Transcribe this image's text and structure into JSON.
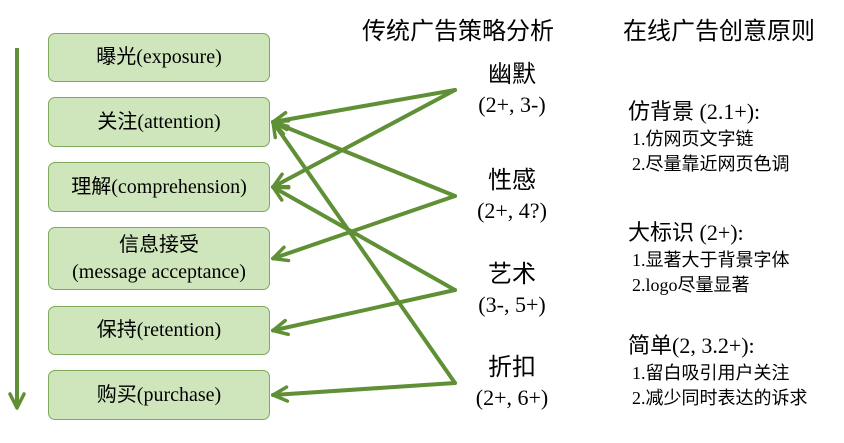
{
  "stages": [
    {
      "label": "曝光(exposure)"
    },
    {
      "label": "关注(attention)"
    },
    {
      "label": "理解(comprehension)"
    },
    {
      "label_cn": "信息接受",
      "label_en": "(message acceptance)"
    },
    {
      "label": "保持(retention)"
    },
    {
      "label": "购买(purchase)"
    }
  ],
  "traditional": {
    "title": "传统广告策略分析",
    "strategies": [
      {
        "name": "幽默",
        "effects": "(2+, 3-)"
      },
      {
        "name": "性感",
        "effects": "(2+, 4?)"
      },
      {
        "name": "艺术",
        "effects": "(3-, 5+)"
      },
      {
        "name": "折扣",
        "effects": "(2+, 6+)"
      }
    ]
  },
  "online": {
    "title": "在线广告创意原则",
    "principles": [
      {
        "heading": "仿背景 (2.1+):",
        "points": [
          "1.仿网页文字链",
          "2.尽量靠近网页色调"
        ]
      },
      {
        "heading": "大标识 (2+):",
        "points": [
          "1.显著大于背景字体",
          "2.logo尽量显著"
        ]
      },
      {
        "heading": "简单(2, 3.2+):",
        "points": [
          "1.留白吸引用户关注",
          "2.减少同时表达的诉求"
        ]
      }
    ]
  },
  "links": [
    {
      "from": 0,
      "to": 1
    },
    {
      "from": 0,
      "to": 2
    },
    {
      "from": 1,
      "to": 1
    },
    {
      "from": 1,
      "to": 3
    },
    {
      "from": 2,
      "to": 2
    },
    {
      "from": 2,
      "to": 4
    },
    {
      "from": 3,
      "to": 1
    },
    {
      "from": 3,
      "to": 5
    }
  ],
  "colors": {
    "arrow": "#5f9035",
    "stage_fill": "#cfe5bc",
    "stage_border": "#7faa5b"
  }
}
